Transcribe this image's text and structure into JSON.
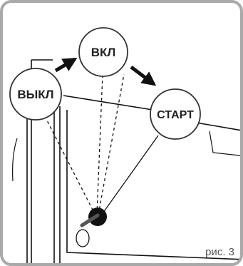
{
  "diagram": {
    "states": {
      "off": "ВЫКЛ",
      "on": "ВКЛ",
      "start": "СТАРТ"
    },
    "caption": "рис. 3"
  }
}
